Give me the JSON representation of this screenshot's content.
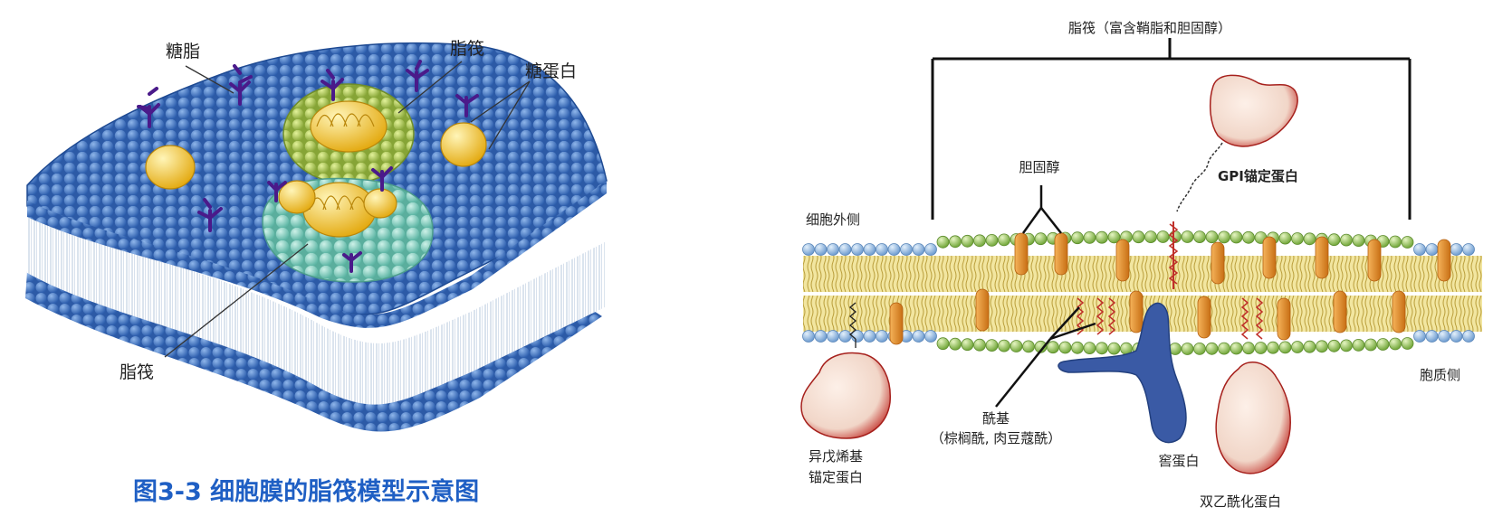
{
  "left_panel": {
    "labels": {
      "glycolipid": "糖脂",
      "raft_top": "脂筏",
      "glycoprotein": "糖蛋白",
      "raft_bottom": "脂筏"
    },
    "caption": "图3-3 细胞膜的脂筏模型示意图"
  },
  "right_panel": {
    "labels": {
      "raft_bracket": "脂筏（富含鞘脂和胆固醇）",
      "cholesterol": "胆固醇",
      "gpi_protein": "GPI锚定蛋白",
      "extracellular": "细胞外侧",
      "cytoplasmic": "胞质侧",
      "acyl": "酰基",
      "acyl_detail": "（棕榈酰, 肉豆蔻酰）",
      "prenyl_line1": "异戊烯基",
      "prenyl_line2": "锚定蛋白",
      "caveolin": "窖蛋白",
      "diacyl_protein": "双乙酰化蛋白"
    }
  },
  "colors": {
    "membrane_head": "#3c74c4",
    "raft_green": "#a8c54a",
    "raft_teal": "#7fcfbf",
    "protein_yellow": "#f3c429",
    "glycan_purple": "#4a1a8a",
    "caption_blue": "#1f5fc4",
    "head_blue_r": "#a9c8e8",
    "head_green_r": "#a7cf62",
    "tail_yellow": "#eedc7a",
    "cholesterol_orange": "#e8912a",
    "caveolin_blue": "#3a5aa5",
    "protein_red": "#c0302a"
  }
}
